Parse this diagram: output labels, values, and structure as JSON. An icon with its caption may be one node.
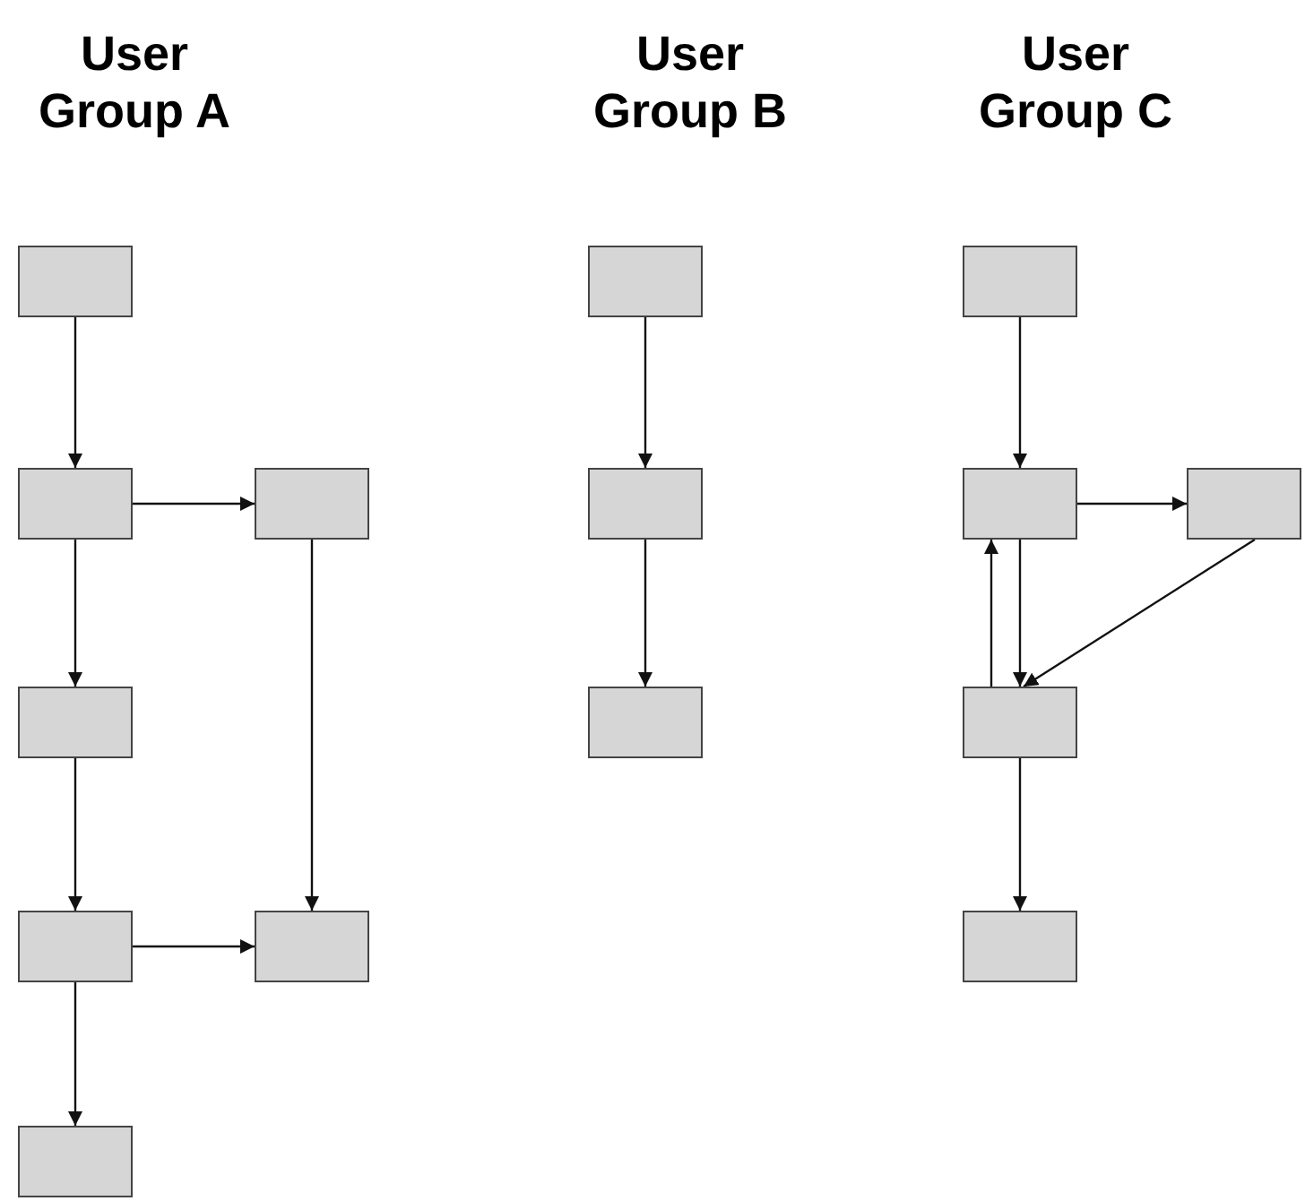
{
  "diagram": {
    "nodes": [
      {
        "text": [],
        "shape": "box"
      },
      {
        "text": [],
        "shape": "box"
      },
      {
        "text": [],
        "shape": "box"
      },
      {
        "text": [],
        "shape": "box"
      },
      {
        "text": [],
        "shape": "box"
      },
      {
        "text": [],
        "shape": "box"
      },
      {
        "text": [],
        "shape": "box"
      },
      {
        "text": [],
        "shape": "box"
      },
      {
        "text": [],
        "shape": "box"
      },
      {
        "text": [],
        "shape": "box"
      },
      {
        "text": [],
        "shape": "box"
      },
      {
        "text": [],
        "shape": "box"
      },
      {
        "text": [],
        "shape": "box"
      },
      {
        "text": [],
        "shape": "box"
      },
      {
        "text": [],
        "shape": "box"
      }
    ],
    "edges": [
      {
        "from": 0,
        "to": 1,
        "arrow": "to"
      },
      {
        "from": 1,
        "to": 2,
        "arrow": "to"
      },
      {
        "from": 1,
        "to": 3,
        "arrow": "to"
      },
      {
        "from": 2,
        "to": 5,
        "arrow": "to"
      },
      {
        "from": 3,
        "to": 4,
        "arrow": "to"
      },
      {
        "from": 4,
        "to": 5,
        "arrow": "to"
      },
      {
        "from": 4,
        "to": 6,
        "arrow": "to"
      },
      {
        "from": 7,
        "to": 8,
        "arrow": "to"
      },
      {
        "from": 8,
        "to": 9,
        "arrow": "to"
      },
      {
        "from": 10,
        "to": 11,
        "arrow": "to"
      },
      {
        "from": 11,
        "to": 12,
        "arrow": "to"
      },
      {
        "from": 12,
        "to": 13,
        "arrow": "to"
      },
      {
        "from": 11,
        "to": 13,
        "arrow": "to"
      },
      {
        "from": 13,
        "to": 11,
        "arrow": "to"
      },
      {
        "from": 13,
        "to": 14,
        "arrow": "to"
      }
    ],
    "labels": [
      "User Group A",
      "User Group B",
      "User Group C"
    ]
  }
}
